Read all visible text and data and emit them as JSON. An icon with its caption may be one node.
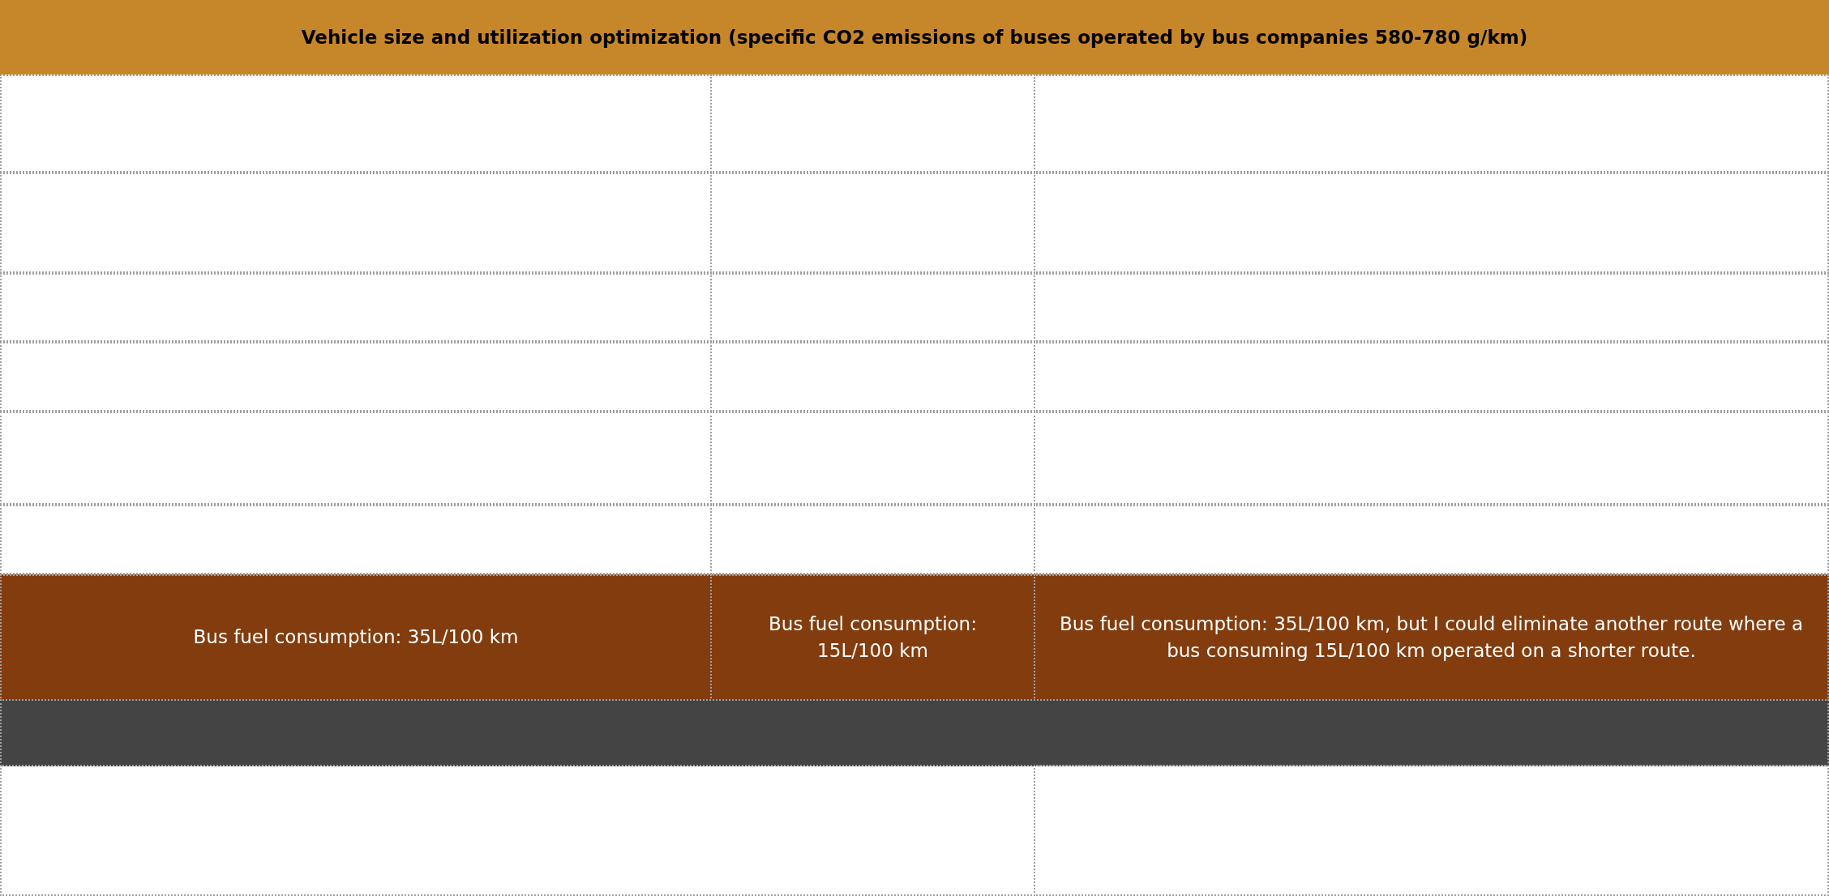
{
  "diagram": {
    "title": "Vehicle size and utilization optimization (specific CO2 emissions of buses operated by bus companies 580-780 g/km)",
    "nodes": [
      {
        "text": [],
        "shape": "bar"
      }
    ],
    "labels": [
      "Bus fuel consumption: 35L/100 km",
      "Bus fuel consumption: 15L/100 km",
      "Bus fuel consumption: 35L/100 km, but I could eliminate another route where a bus consuming 15L/100 km operated on a shorter route."
    ]
  }
}
